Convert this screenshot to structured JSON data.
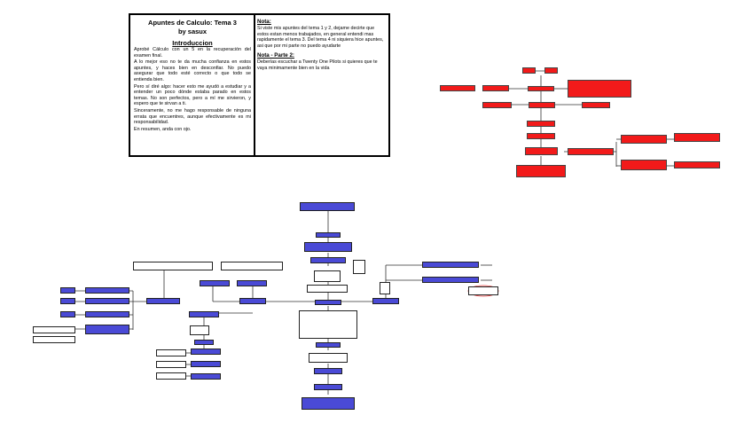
{
  "panel": {
    "title": "Apuntes de Calculo: Tema 3",
    "subtitle": "by sasux",
    "intro_heading": "Introduccion",
    "intro_paragraphs": [
      "Aprobé Cálculo con un 5 en la recuperación del examen final.",
      "A lo mejor eso no te da mucha confianza en estos apuntes, y haces bien en desconfiar. No puedo asegurar que todo esté correcto o que todo se entienda bien.",
      "Pero sí diré algo: hacer esto me ayudó a estudiar y a entender un poco dónde estaba parado en estos temas. No son perfectos, pero a mí me sirvieron, y espero que te sirvan a ti.",
      "Sinceramente, no me hago responsable de ninguna errata que encuentres, aunque efectivamente es mi responsabilidad.",
      "En resumen, anda con ojo."
    ],
    "note_heading": "Nota:",
    "note_text": "Si viste mis apuntes del tema 1 y 2, dejame decirte que estos estan menos trabajados, en general entendi mas rapidamente el tema 3. Del tema 4 ni siquiera hice apuntes, asi que por mi parte no puedo ayudarte",
    "note2_heading": "Nota - Parte 2:",
    "note2_text": "Deberías escuchar a Twenty One Pilots si quieres que te vaya minimamente bien en la vida"
  },
  "colors": {
    "red_node": "#f21a1a",
    "blue_node": "#4a4ad6",
    "edge": "#333333",
    "highlight": "#e33b3b"
  }
}
